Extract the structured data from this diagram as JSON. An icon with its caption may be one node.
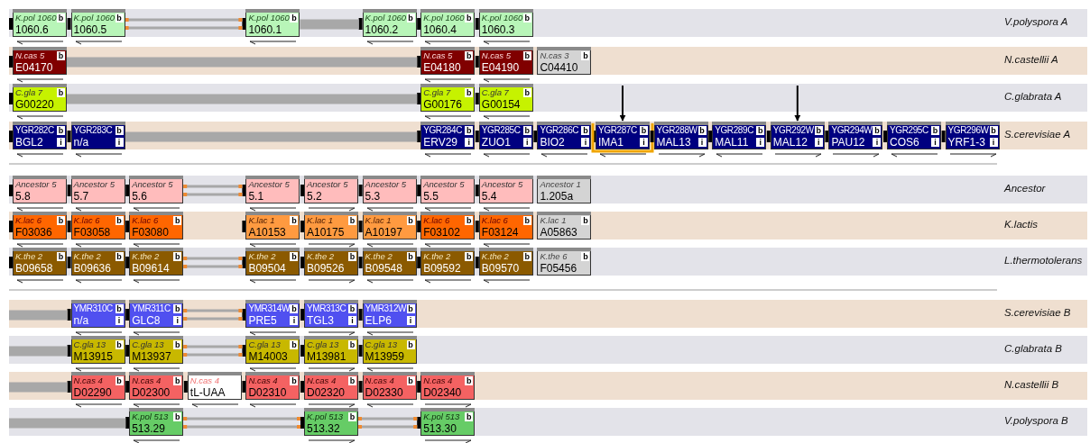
{
  "diagram": {
    "nodes": [
      {
        "text": [
          "V.polyspora A"
        ]
      },
      {
        "text": [
          "K.pol 1060",
          "b",
          "1060.6"
        ],
        "in": 0
      },
      {
        "text": [
          "K.pol 1060",
          "b",
          "1060.5"
        ],
        "in": 0
      },
      {
        "text": [
          "K.pol 1060",
          "b",
          "1060.1"
        ],
        "in": 0
      },
      {
        "text": [
          "K.pol 1060",
          "b",
          "1060.2"
        ],
        "in": 0
      },
      {
        "text": [
          "K.pol 1060",
          "b",
          "1060.4"
        ],
        "in": 0
      },
      {
        "text": [
          "K.pol 1060",
          "b",
          "1060.3"
        ],
        "in": 0
      },
      {
        "text": [
          "N.castellii A"
        ]
      },
      {
        "text": [
          "N.cas 5",
          "b",
          "E04170"
        ],
        "in": 7
      },
      {
        "text": [
          "N.cas 5",
          "b",
          "E04180"
        ],
        "in": 7
      },
      {
        "text": [
          "N.cas 5",
          "b",
          "E04190"
        ],
        "in": 7
      },
      {
        "text": [
          "N.cas 3",
          "b",
          "C04410"
        ],
        "in": 7
      },
      {
        "text": [
          "C.glabrata A"
        ]
      },
      {
        "text": [
          "C.gla 7",
          "b",
          "G00220"
        ],
        "in": 12
      },
      {
        "text": [
          "C.gla 7",
          "b",
          "G00176"
        ],
        "in": 12
      },
      {
        "text": [
          "C.gla 7",
          "b",
          "G00154"
        ],
        "in": 12
      },
      {
        "text": [
          "S.cerevisiae A"
        ]
      },
      {
        "text": [
          "YGR282C",
          "b",
          "BGL2",
          "i"
        ],
        "in": 16
      },
      {
        "text": [
          "YGR283C",
          "b",
          "n/a",
          "i"
        ],
        "in": 16
      },
      {
        "text": [
          "YGR284C",
          "b",
          "ERV29",
          "i"
        ],
        "in": 16
      },
      {
        "text": [
          "YGR285C",
          "b",
          "ZUO1",
          "i"
        ],
        "in": 16
      },
      {
        "text": [
          "YGR286C",
          "b",
          "BIO2",
          "i"
        ],
        "in": 16
      },
      {
        "text": [
          "YGR287C",
          "b",
          "IMA1",
          "i"
        ],
        "in": 16
      },
      {
        "text": [
          "YGR288W",
          "b",
          "MAL13",
          "i"
        ],
        "in": 16
      },
      {
        "text": [
          "YGR289C",
          "b",
          "MAL11",
          "i"
        ],
        "in": 16
      },
      {
        "text": [
          "YGR292W",
          "b",
          "MAL12",
          "i"
        ],
        "in": 16
      },
      {
        "text": [
          "YGR294W",
          "b",
          "PAU12",
          "i"
        ],
        "in": 16
      },
      {
        "text": [
          "YGR295C",
          "b",
          "COS6",
          "i"
        ],
        "in": 16
      },
      {
        "text": [
          "YGR296W",
          "b",
          "YRF1-3",
          "i"
        ],
        "in": 16
      },
      {
        "text": [
          "Ancestor"
        ]
      },
      {
        "text": [
          "Ancestor 5",
          "5.8"
        ],
        "in": 29
      },
      {
        "text": [
          "Ancestor 5",
          "5.7"
        ],
        "in": 29
      },
      {
        "text": [
          "Ancestor 5",
          "5.6"
        ],
        "in": 29
      },
      {
        "text": [
          "Ancestor 5",
          "5.1"
        ],
        "in": 29
      },
      {
        "text": [
          "Ancestor 5",
          "5.2"
        ],
        "in": 29
      },
      {
        "text": [
          "Ancestor 5",
          "5.3"
        ],
        "in": 29
      },
      {
        "text": [
          "Ancestor 5",
          "5.5"
        ],
        "in": 29
      },
      {
        "text": [
          "Ancestor 5",
          "5.4"
        ],
        "in": 29
      },
      {
        "text": [
          "Ancestor 1",
          "1.205a"
        ],
        "in": 29
      },
      {
        "text": [
          "K.lactis"
        ]
      },
      {
        "text": [
          "K.lac 6",
          "b",
          "F03036"
        ],
        "in": 39
      },
      {
        "text": [
          "K.lac 6",
          "b",
          "F03058"
        ],
        "in": 39
      },
      {
        "text": [
          "K.lac 6",
          "b",
          "F03080"
        ],
        "in": 39
      },
      {
        "text": [
          "K.lac 1",
          "b",
          "A10153"
        ],
        "in": 39
      },
      {
        "text": [
          "K.lac 1",
          "b",
          "A10175"
        ],
        "in": 39
      },
      {
        "text": [
          "K.lac 1",
          "b",
          "A10197"
        ],
        "in": 39
      },
      {
        "text": [
          "K.lac 6",
          "b",
          "F03102"
        ],
        "in": 39
      },
      {
        "text": [
          "K.lac 6",
          "b",
          "F03124"
        ],
        "in": 39
      },
      {
        "text": [
          "K.lac 1",
          "b",
          "A05863"
        ],
        "in": 39
      },
      {
        "text": [
          "L.thermotolerans"
        ]
      },
      {
        "text": [
          "K.the 2",
          "b",
          "B09658"
        ],
        "in": 49
      },
      {
        "text": [
          "K.the 2",
          "b",
          "B09636"
        ],
        "in": 49
      },
      {
        "text": [
          "K.the 2",
          "b",
          "B09614"
        ],
        "in": 49
      },
      {
        "text": [
          "K.the 2",
          "b",
          "B09504"
        ],
        "in": 49
      },
      {
        "text": [
          "K.the 2",
          "b",
          "B09526"
        ],
        "in": 49
      },
      {
        "text": [
          "K.the 2",
          "b",
          "B09548"
        ],
        "in": 49
      },
      {
        "text": [
          "K.the 2",
          "b",
          "B09592"
        ],
        "in": 49
      },
      {
        "text": [
          "K.the 2",
          "b",
          "B09570"
        ],
        "in": 49
      },
      {
        "text": [
          "K.the 6",
          "b",
          "F05456"
        ],
        "in": 49
      },
      {
        "text": [
          "S.cerevisiae B"
        ]
      },
      {
        "text": [
          "YMR310C",
          "b",
          "n/a",
          "i"
        ],
        "in": 59
      },
      {
        "text": [
          "YMR311C",
          "b",
          "GLC8",
          "i"
        ],
        "in": 59
      },
      {
        "text": [
          "YMR314W",
          "b",
          "PRE5",
          "i"
        ],
        "in": 59
      },
      {
        "text": [
          "YMR313C",
          "b",
          "TGL3",
          "i"
        ],
        "in": 59
      },
      {
        "text": [
          "YMR312W",
          "b",
          "ELP6",
          "i"
        ],
        "in": 59
      },
      {
        "text": [
          "C.glabrata B"
        ]
      },
      {
        "text": [
          "C.gla 13",
          "b",
          "M13915"
        ],
        "in": 65
      },
      {
        "text": [
          "C.gla 13",
          "b",
          "M13937"
        ],
        "in": 65
      },
      {
        "text": [
          "C.gla 13",
          "b",
          "M14003"
        ],
        "in": 65
      },
      {
        "text": [
          "C.gla 13",
          "b",
          "M13981"
        ],
        "in": 65
      },
      {
        "text": [
          "C.gla 13",
          "b",
          "M13959"
        ],
        "in": 65
      },
      {
        "text": [
          "N.castellii B"
        ]
      },
      {
        "text": [
          "N.cas 4",
          "b",
          "D02290"
        ],
        "in": 71
      },
      {
        "text": [
          "N.cas 4",
          "b",
          "D02300"
        ],
        "in": 71
      },
      {
        "text": [
          "N.cas 4",
          "tL-UAA"
        ],
        "in": 71
      },
      {
        "text": [
          "N.cas 4",
          "b",
          "D02310"
        ],
        "in": 71
      },
      {
        "text": [
          "N.cas 4",
          "b",
          "D02320"
        ],
        "in": 71
      },
      {
        "text": [
          "N.cas 4",
          "b",
          "D02330"
        ],
        "in": 71
      },
      {
        "text": [
          "N.cas 4",
          "b",
          "D02340"
        ],
        "in": 71
      },
      {
        "text": [
          "V.polyspora B"
        ]
      },
      {
        "text": [
          "K.pol 513",
          "b",
          "513.29"
        ],
        "in": 79
      },
      {
        "text": [
          "K.pol 513",
          "b",
          "513.32"
        ],
        "in": 79
      },
      {
        "text": [
          "K.pol 513",
          "b",
          "513.30"
        ],
        "in": 79
      }
    ],
    "edges": [
      {
        "from": 2,
        "to": 3,
        "arrow": "none"
      },
      {
        "from": 3,
        "to": 4,
        "arrow": "none",
        "style": "thick"
      },
      {
        "from": 8,
        "to": 9,
        "arrow": "none",
        "style": "thick"
      },
      {
        "from": 13,
        "to": 14,
        "arrow": "none",
        "style": "thick"
      },
      {
        "from": 18,
        "to": 19,
        "arrow": "none",
        "style": "thick"
      },
      {
        "from": 12,
        "to": 22,
        "arrow": "to",
        "color": "#000000"
      },
      {
        "from": 12,
        "to": 25,
        "arrow": "to",
        "color": "#000000"
      },
      {
        "from": 32,
        "to": 33,
        "arrow": "none"
      },
      {
        "from": 52,
        "to": 53,
        "arrow": "none"
      },
      {
        "from": null,
        "to": 60,
        "arrow": "none",
        "style": "thick"
      },
      {
        "from": 61,
        "to": 62,
        "arrow": "none"
      },
      {
        "from": null,
        "to": 66,
        "arrow": "none",
        "style": "thick"
      },
      {
        "from": 67,
        "to": 68,
        "arrow": "none"
      },
      {
        "from": null,
        "to": 72,
        "arrow": "none",
        "style": "thick"
      },
      {
        "from": null,
        "to": 80,
        "arrow": "none",
        "style": "thick"
      },
      {
        "from": 80,
        "to": 81,
        "arrow": "none"
      },
      {
        "from": 81,
        "to": 82,
        "arrow": "none"
      }
    ]
  }
}
